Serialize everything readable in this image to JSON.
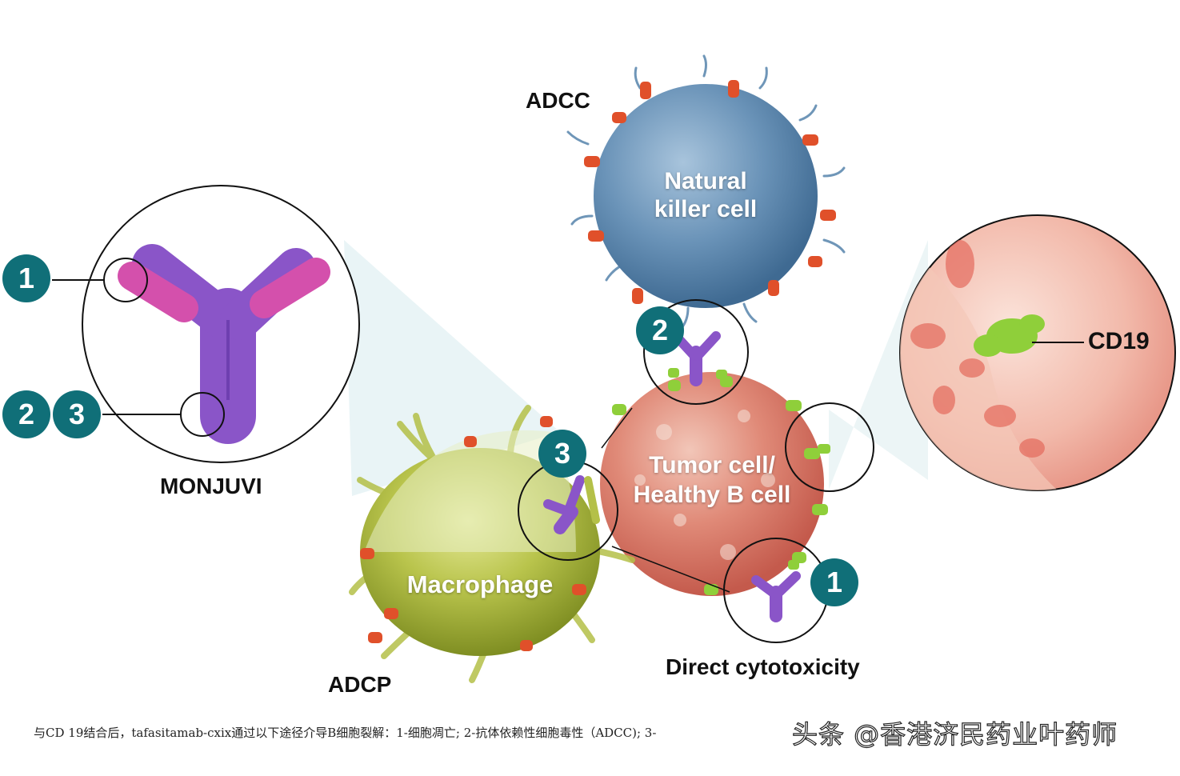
{
  "labels": {
    "adcc": "ADCC",
    "adcp": "ADCP",
    "monjuvi": "MONJUVI",
    "cd19": "CD19",
    "direct_cytotoxicity": "Direct cytotoxicity"
  },
  "cells": {
    "nk_line1": "Natural",
    "nk_line2": "killer cell",
    "tumor_line1": "Tumor cell/",
    "tumor_line2": "Healthy B cell",
    "macrophage": "Macrophage"
  },
  "badges": {
    "monjuvi_1": "1",
    "monjuvi_2": "2",
    "monjuvi_3": "3",
    "adcc": "2",
    "adcp": "3",
    "direct": "1"
  },
  "caption": "与CD 19结合后，tafasitamab-cxix通过以下途径介导B细胞裂解：1-细胞凋亡;    2-抗体依赖性细胞毒性（ADCC);  3-",
  "watermark": "头条 @香港济民药业叶药师",
  "colors": {
    "badge": "#106f78",
    "nk_cell": "#5b87ad",
    "tumor_cell": "#d9776a",
    "macrophage": "#b7c24a",
    "antibody": "#8a4fc0",
    "fab_tip": "#d04aa8",
    "cd19": "#8fcf3a",
    "receptor": "#e0502a"
  }
}
